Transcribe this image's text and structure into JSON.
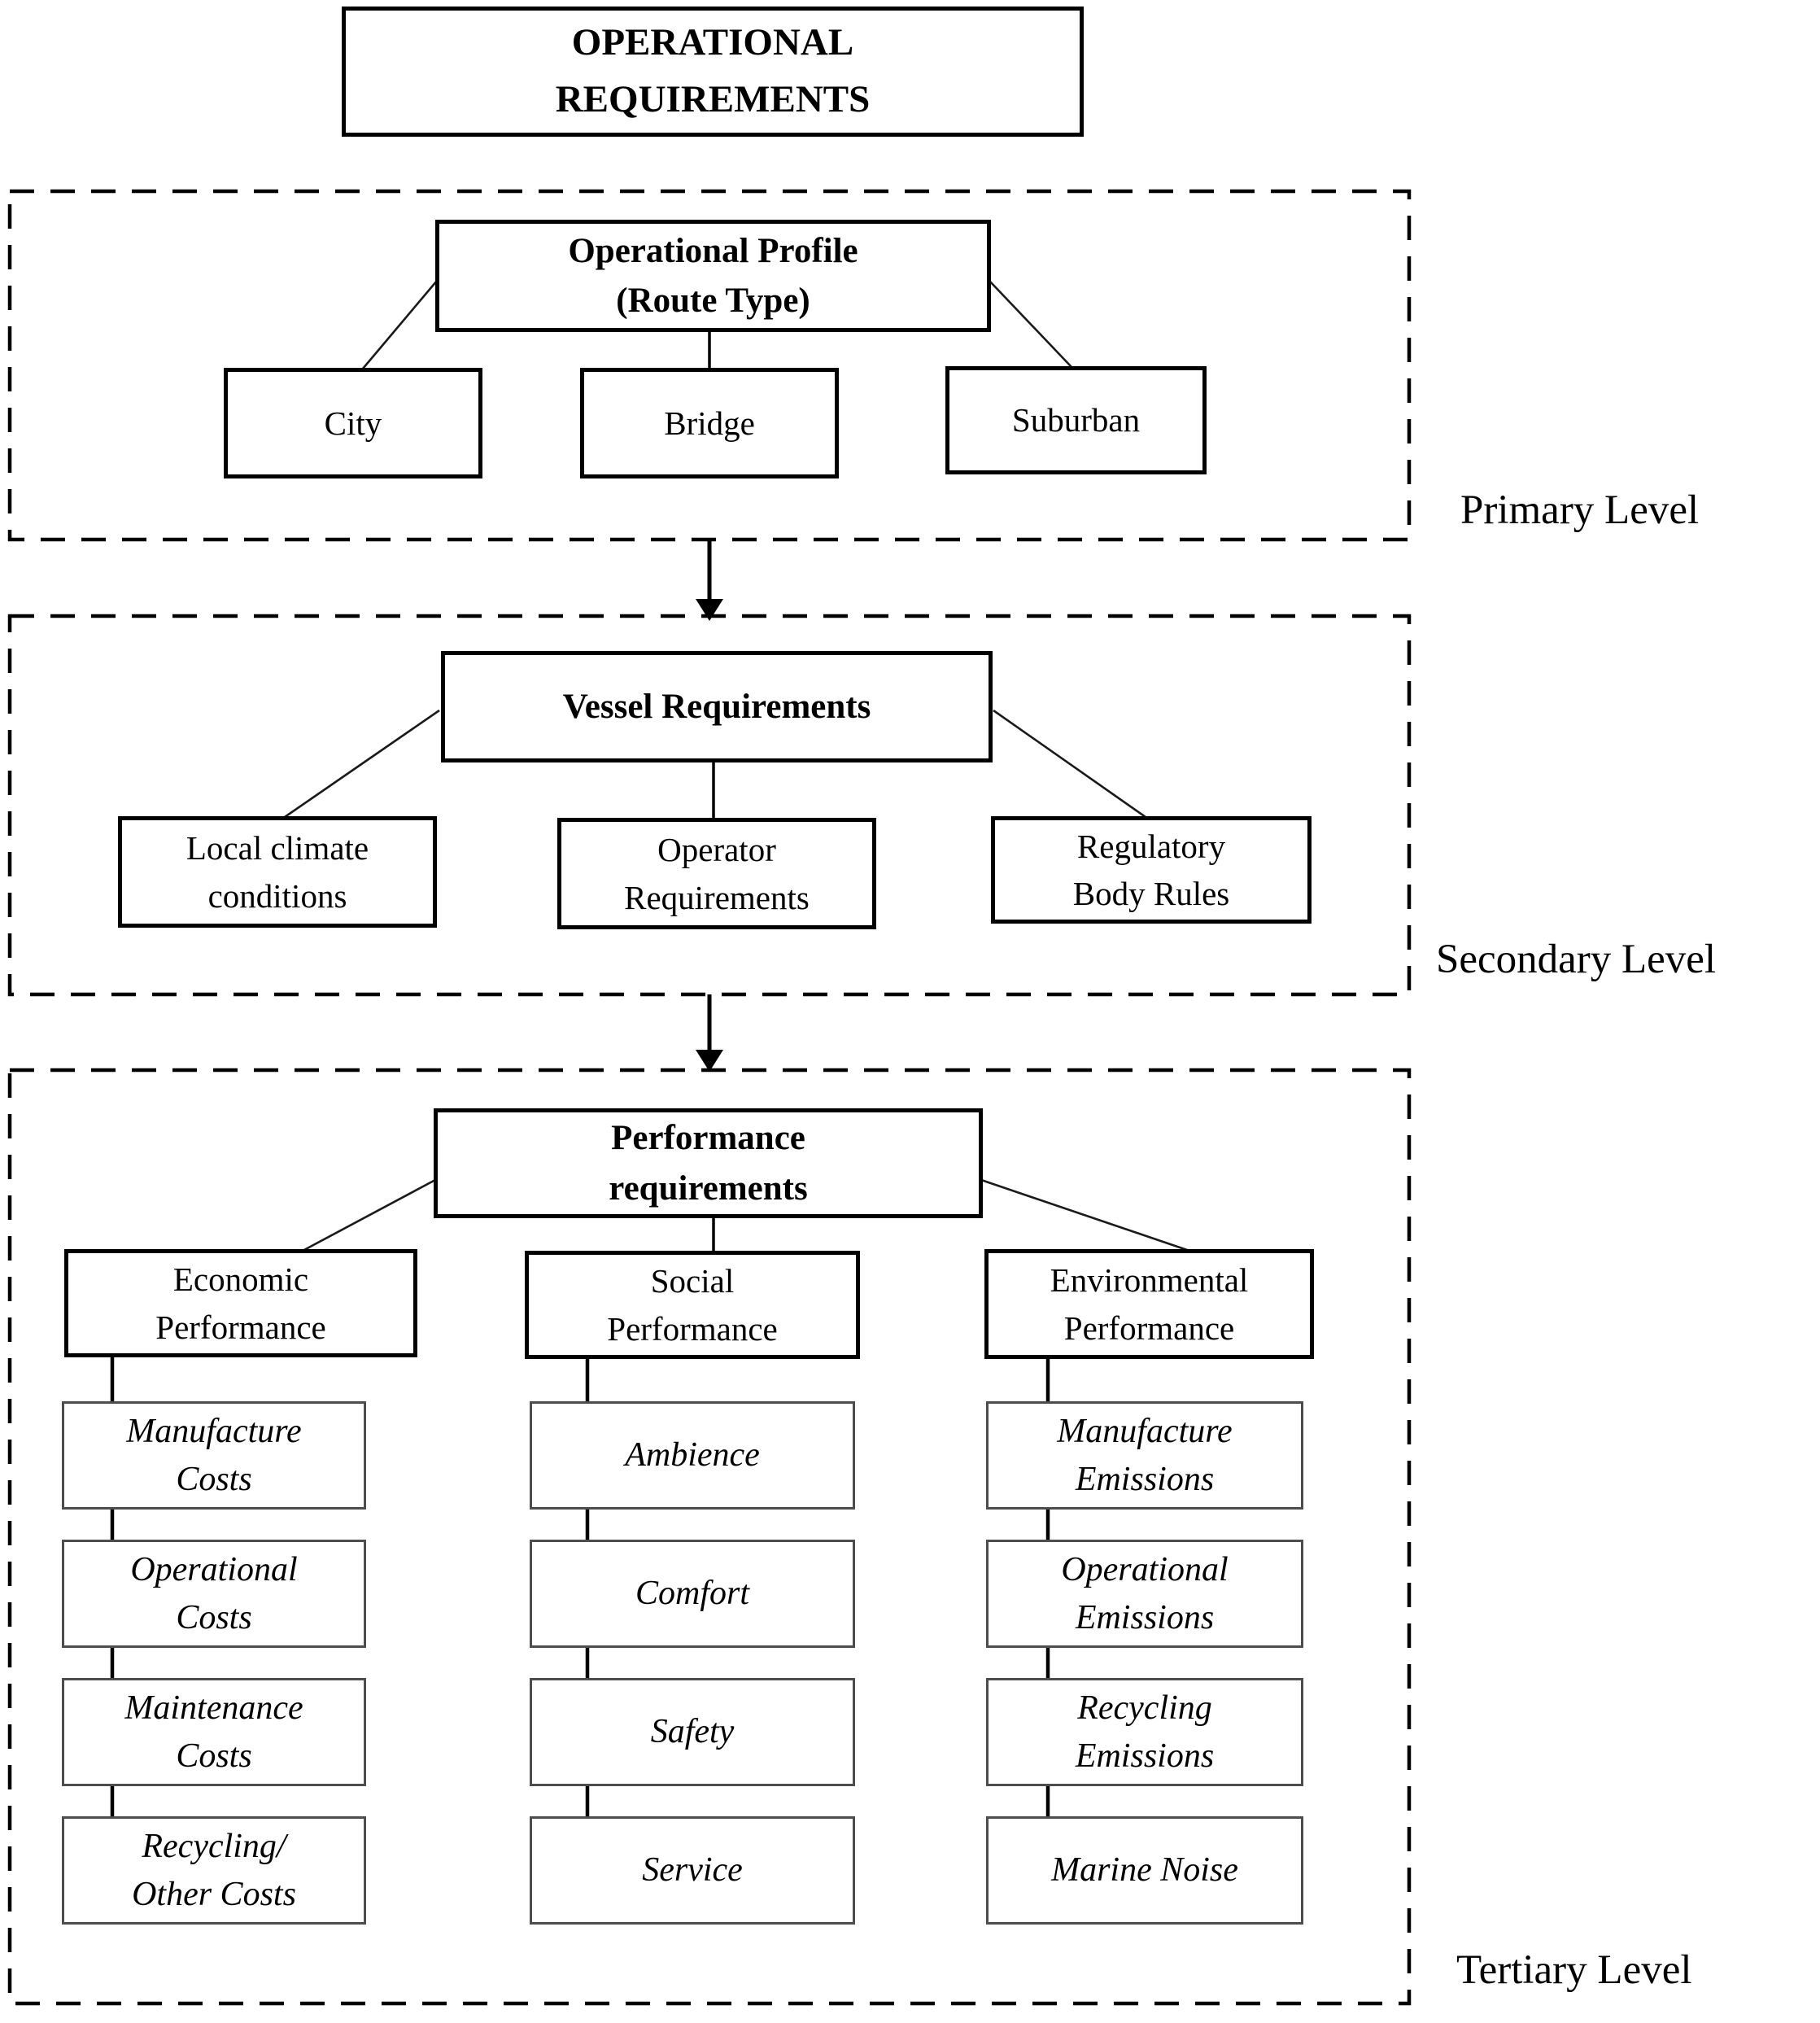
{
  "diagram": {
    "title": "OPERATIONAL REQUIREMENTS",
    "levels": {
      "primary": {
        "label": "Primary Level",
        "root": "Operational Profile (Route Type)",
        "children": [
          "City",
          "Bridge",
          "Suburban"
        ]
      },
      "secondary": {
        "label": "Secondary Level",
        "root": "Vessel Requirements",
        "children": [
          "Local climate conditions",
          "Operator Requirements",
          "Regulatory Body Rules"
        ]
      },
      "tertiary": {
        "label": "Tertiary Level",
        "root": "Performance requirements",
        "columns": [
          {
            "header": "Economic Performance",
            "items": [
              "Manufacture Costs",
              "Operational Costs",
              "Maintenance Costs",
              "Recycling/ Other Costs"
            ]
          },
          {
            "header": "Social Performance",
            "items": [
              "Ambience",
              "Comfort",
              "Safety",
              "Service"
            ]
          },
          {
            "header": "Environmental Performance",
            "items": [
              "Manufacture Emissions",
              "Operational Emissions",
              "Recycling Emissions",
              "Marine Noise"
            ]
          }
        ]
      }
    },
    "colors": {
      "line": "#000000",
      "box_border": "#000000",
      "leaf_border": "#4d4d4d",
      "background": "#ffffff"
    }
  }
}
